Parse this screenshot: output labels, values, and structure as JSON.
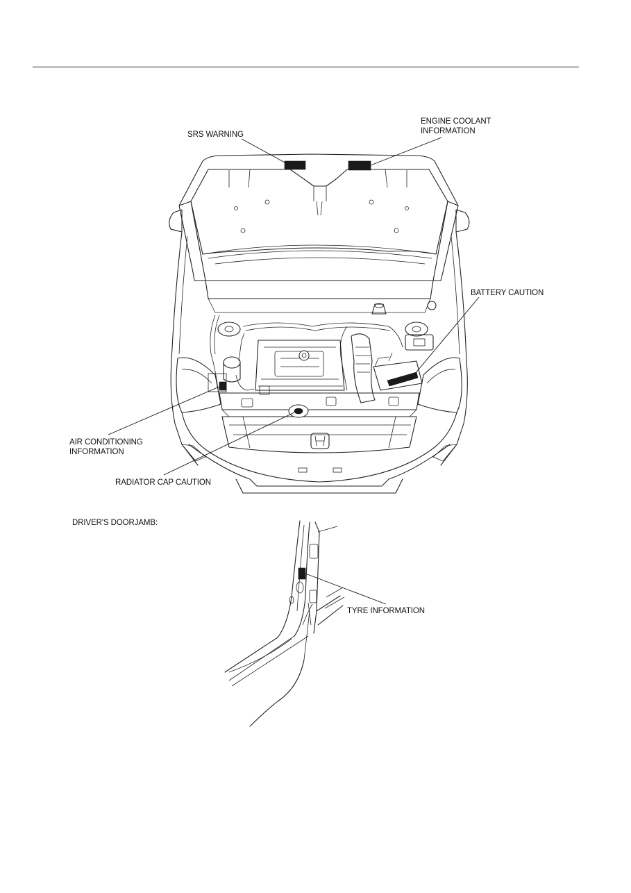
{
  "labels": {
    "srs_warning": "SRS WARNING",
    "engine_coolant": [
      "ENGINE COOLANT",
      "INFORMATION"
    ],
    "battery_caution": "BATTERY CAUTION",
    "air_conditioning": [
      "AIR CONDITIONING",
      "INFORMATION"
    ],
    "radiator_cap": "RADIATOR CAP CAUTION",
    "drivers_doorjamb": "DRIVER'S DOORJAMB:",
    "tyre_information": "TYRE INFORMATION"
  },
  "colors": {
    "line": "#222222",
    "label_patch": "#1a1a1a",
    "background": "#ffffff"
  }
}
